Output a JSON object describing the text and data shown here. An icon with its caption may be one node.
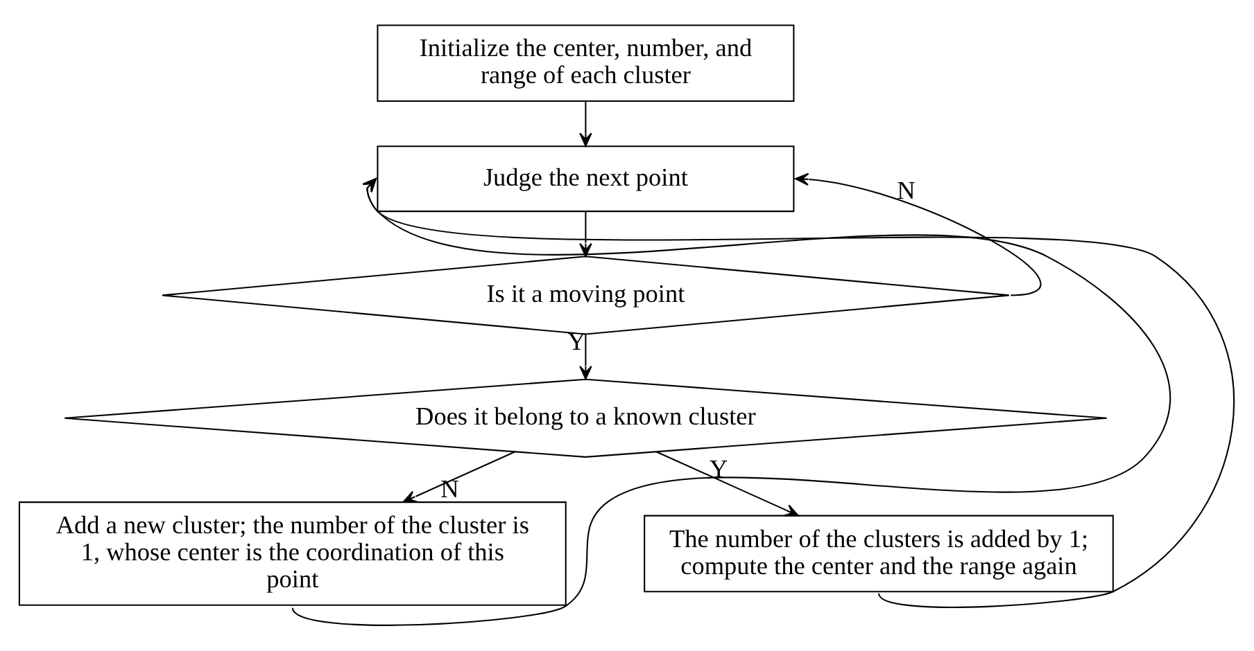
{
  "diagram": {
    "nodes": [
      {
        "text": [
          "Initialize the center, number, and range of each cluster"
        ]
      },
      {
        "text": [
          "Judge the next point"
        ]
      },
      {
        "text": [
          "Is it a moving point"
        ]
      },
      {
        "text": [
          "Does it belong to a known cluster"
        ]
      },
      {
        "text": [
          "Add a new cluster; the number of the cluster is 1, whose center is the coordination of this point"
        ]
      },
      {
        "text": [
          "The number of the clusters is added by 1; compute the center and the range again"
        ]
      }
    ],
    "edges": [
      {
        "from": 0,
        "to": 1,
        "arrow": "to"
      },
      {
        "from": 1,
        "to": 2,
        "arrow": "to"
      },
      {
        "from": 2,
        "to": 1,
        "arrow": "to",
        "label": "N"
      },
      {
        "from": 2,
        "to": 3,
        "arrow": "to",
        "label": "Y"
      },
      {
        "from": 3,
        "to": 4,
        "arrow": "to",
        "label": "N"
      },
      {
        "from": 3,
        "to": 5,
        "arrow": "to",
        "label": "Y"
      },
      {
        "from": 4,
        "to": 1,
        "arrow": "to"
      },
      {
        "from": 5,
        "to": 1,
        "arrow": "to"
      }
    ]
  }
}
